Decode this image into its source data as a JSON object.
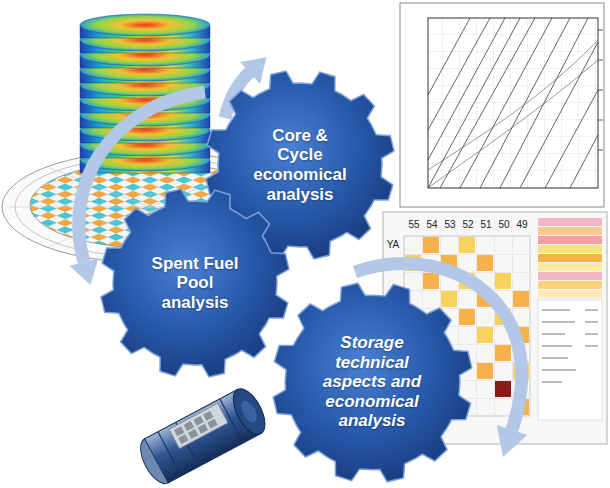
{
  "diagram": {
    "nodes": [
      {
        "text": [
          "Core & Cycle economical analysis"
        ]
      },
      {
        "text": [
          "Spent Fuel Pool analysis"
        ]
      },
      {
        "text": [
          "Storage technical aspects and economical analysis"
        ]
      }
    ],
    "labels": [
      "55",
      "54",
      "53",
      "52",
      "51",
      "50",
      "49",
      "YA"
    ]
  }
}
